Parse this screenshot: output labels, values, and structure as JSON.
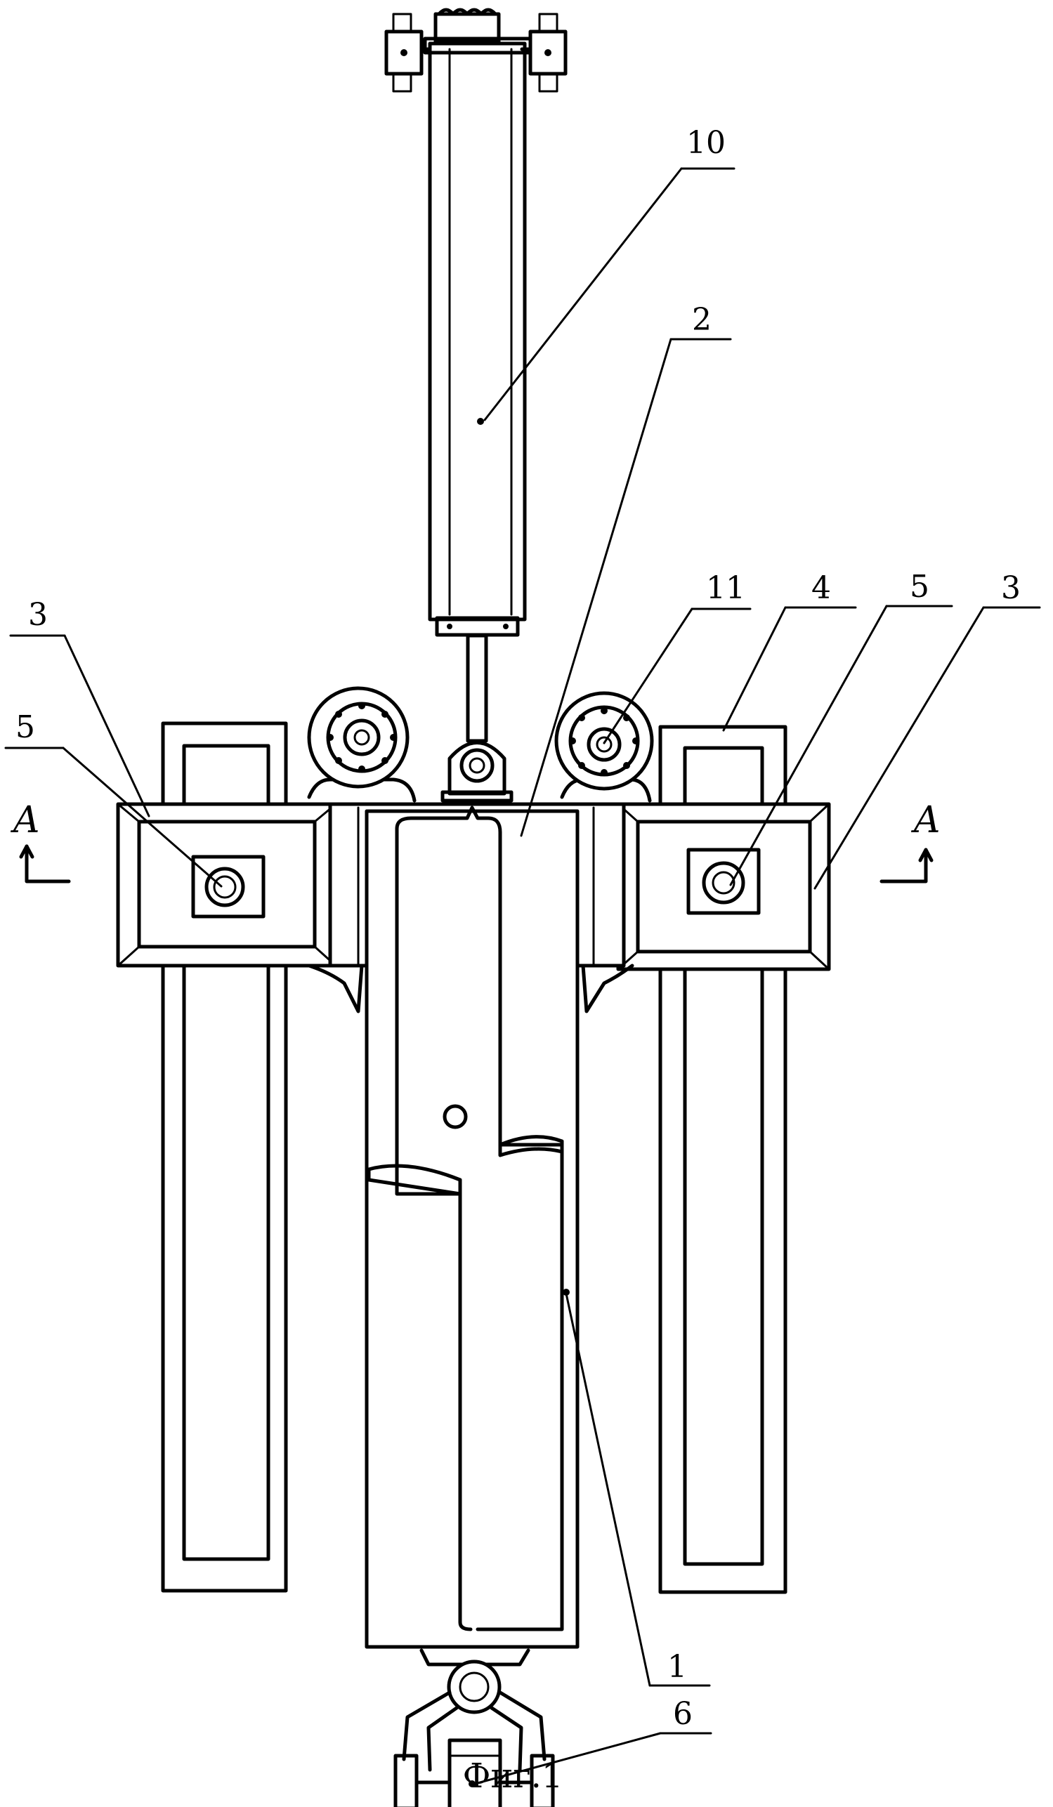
{
  "figure": {
    "caption": "Фиг.1",
    "section_marks": {
      "left": "А",
      "right": "А"
    },
    "callouts": [
      {
        "id": "c10",
        "text": "10"
      },
      {
        "id": "c2",
        "text": "2"
      },
      {
        "id": "c11",
        "text": "11"
      },
      {
        "id": "c4",
        "text": "4"
      },
      {
        "id": "c5r",
        "text": "5"
      },
      {
        "id": "c3r",
        "text": "3"
      },
      {
        "id": "c3l",
        "text": "3"
      },
      {
        "id": "c5l",
        "text": "5"
      },
      {
        "id": "c1",
        "text": "1"
      },
      {
        "id": "c6",
        "text": "6"
      }
    ]
  }
}
